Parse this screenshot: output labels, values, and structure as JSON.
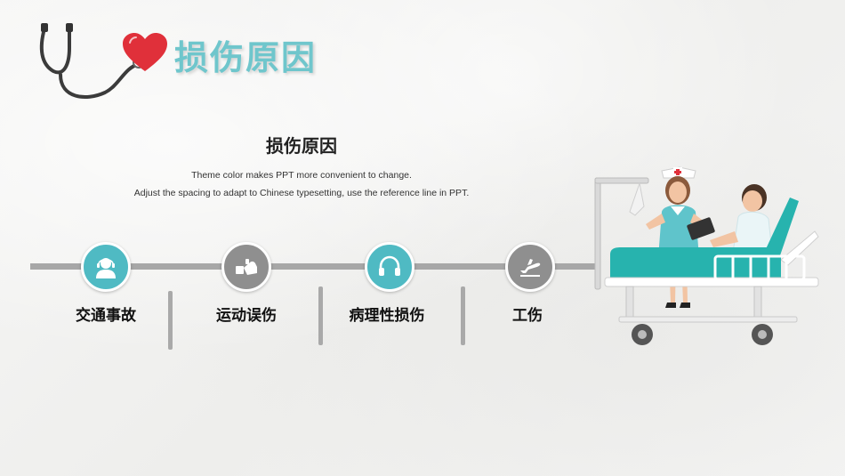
{
  "header": {
    "title": "损伤原因",
    "icons": [
      "stethoscope-icon",
      "heart-icon"
    ]
  },
  "content": {
    "title": "损伤原因",
    "description_line_1": "Theme color makes PPT more convenient to change.",
    "description_line_2": "Adjust the spacing to adapt to Chinese typesetting, use the reference line in PPT."
  },
  "timeline": {
    "items": [
      {
        "label": "交通事故",
        "icon": "customer-service-person-icon",
        "color": "#4fbac3"
      },
      {
        "label": "运动误伤",
        "icon": "handshake-icon",
        "color": "#8f8f8f"
      },
      {
        "label": "病理性损伤",
        "icon": "headphones-icon",
        "color": "#4fbac3"
      },
      {
        "label": "工伤",
        "icon": "airplane-takeoff-icon",
        "color": "#8f8f8f"
      }
    ]
  },
  "colors": {
    "accent": "#4fbac3",
    "title": "#6fc6cc",
    "grey": "#8f8f8f",
    "heart": "#e0303a"
  },
  "illustration": {
    "icon": "hospital-bed-nurse-patient-illustration"
  }
}
